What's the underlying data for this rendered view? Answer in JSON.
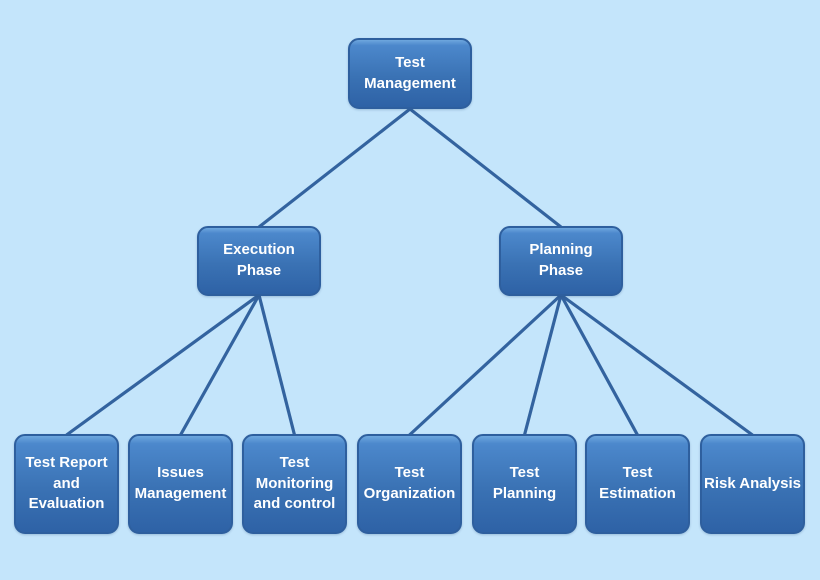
{
  "diagram": {
    "type": "tree",
    "background_color": "#c4e5fb",
    "edge_color": "#33639f",
    "node_style": {
      "fill_top": "#4c88cc",
      "fill_bottom": "#2e62a6",
      "border_color": "#2e5f9e",
      "text_color": "#ffffff"
    },
    "nodes": {
      "test_management": {
        "label": "Test Management",
        "level": 1
      },
      "execution_phase": {
        "label": "Execution Phase",
        "level": 2
      },
      "planning_phase": {
        "label": "Planning Phase",
        "level": 2
      },
      "test_report_and_evaluation": {
        "label": "Test Report and Evaluation",
        "level": 3
      },
      "issues_management": {
        "label": "Issues Management",
        "level": 3
      },
      "test_monitoring_and_control": {
        "label": "Test Monitoring and control",
        "level": 3
      },
      "test_organization": {
        "label": "Test Organization",
        "level": 3
      },
      "test_planning": {
        "label": "Test Planning",
        "level": 3
      },
      "test_estimation": {
        "label": "Test Estimation",
        "level": 3
      },
      "risk_analysis": {
        "label": "Risk Analysis",
        "level": 3
      }
    },
    "edges": [
      {
        "from": "test_management",
        "to": "execution_phase"
      },
      {
        "from": "test_management",
        "to": "planning_phase"
      },
      {
        "from": "execution_phase",
        "to": "test_report_and_evaluation"
      },
      {
        "from": "execution_phase",
        "to": "issues_management"
      },
      {
        "from": "execution_phase",
        "to": "test_monitoring_and_control"
      },
      {
        "from": "planning_phase",
        "to": "test_organization"
      },
      {
        "from": "planning_phase",
        "to": "test_planning"
      },
      {
        "from": "planning_phase",
        "to": "test_estimation"
      },
      {
        "from": "planning_phase",
        "to": "risk_analysis"
      }
    ]
  }
}
